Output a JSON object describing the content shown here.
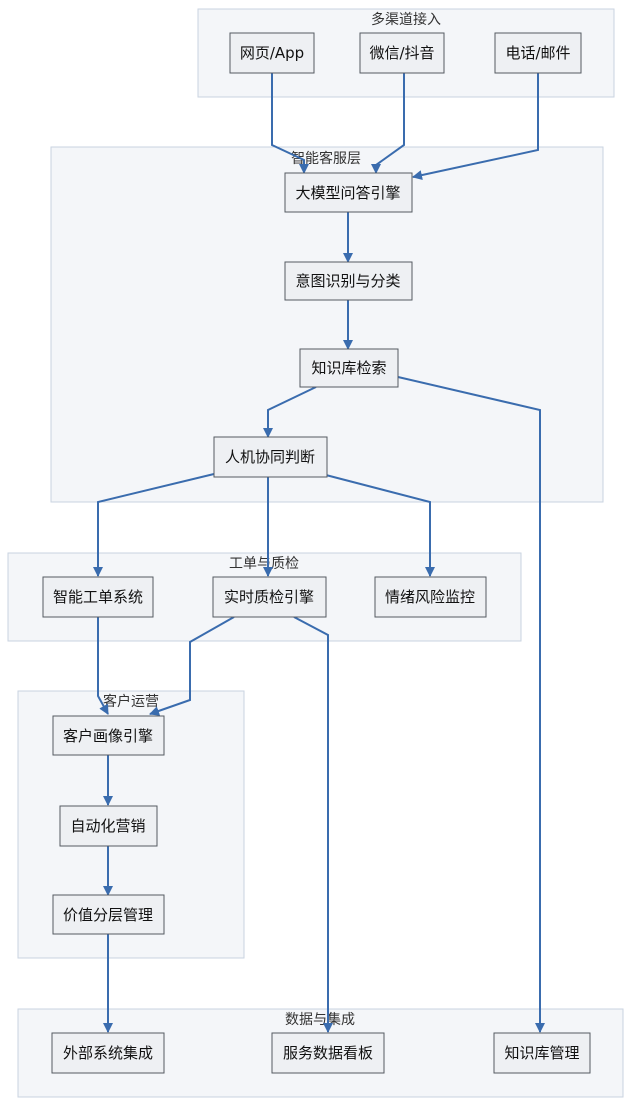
{
  "groups": {
    "channels": "多渠道接入",
    "service": "智能客服层",
    "workorder": "工单与质检",
    "customer": "客户运营",
    "data": "数据与集成"
  },
  "nodes": {
    "web": "网页/App",
    "wechat": "微信/抖音",
    "phone": "电话/邮件",
    "llm": "大模型问答引擎",
    "intent": "意图识别与分类",
    "kb_search": "知识库检索",
    "human": "人机协同判断",
    "ticket": "智能工单系统",
    "qa": "实时质检引擎",
    "risk": "情绪风险监控",
    "profile": "客户画像引擎",
    "marketing": "自动化营销",
    "value": "价值分层管理",
    "external": "外部系统集成",
    "dashboard": "服务数据看板",
    "kb_manage": "知识库管理"
  },
  "colors": {
    "edge": "#3a6cae",
    "node_fill": "#eef0f3",
    "node_border": "#555a61",
    "group_fill": "#f4f6f9",
    "group_border": "#c9d3e0"
  }
}
